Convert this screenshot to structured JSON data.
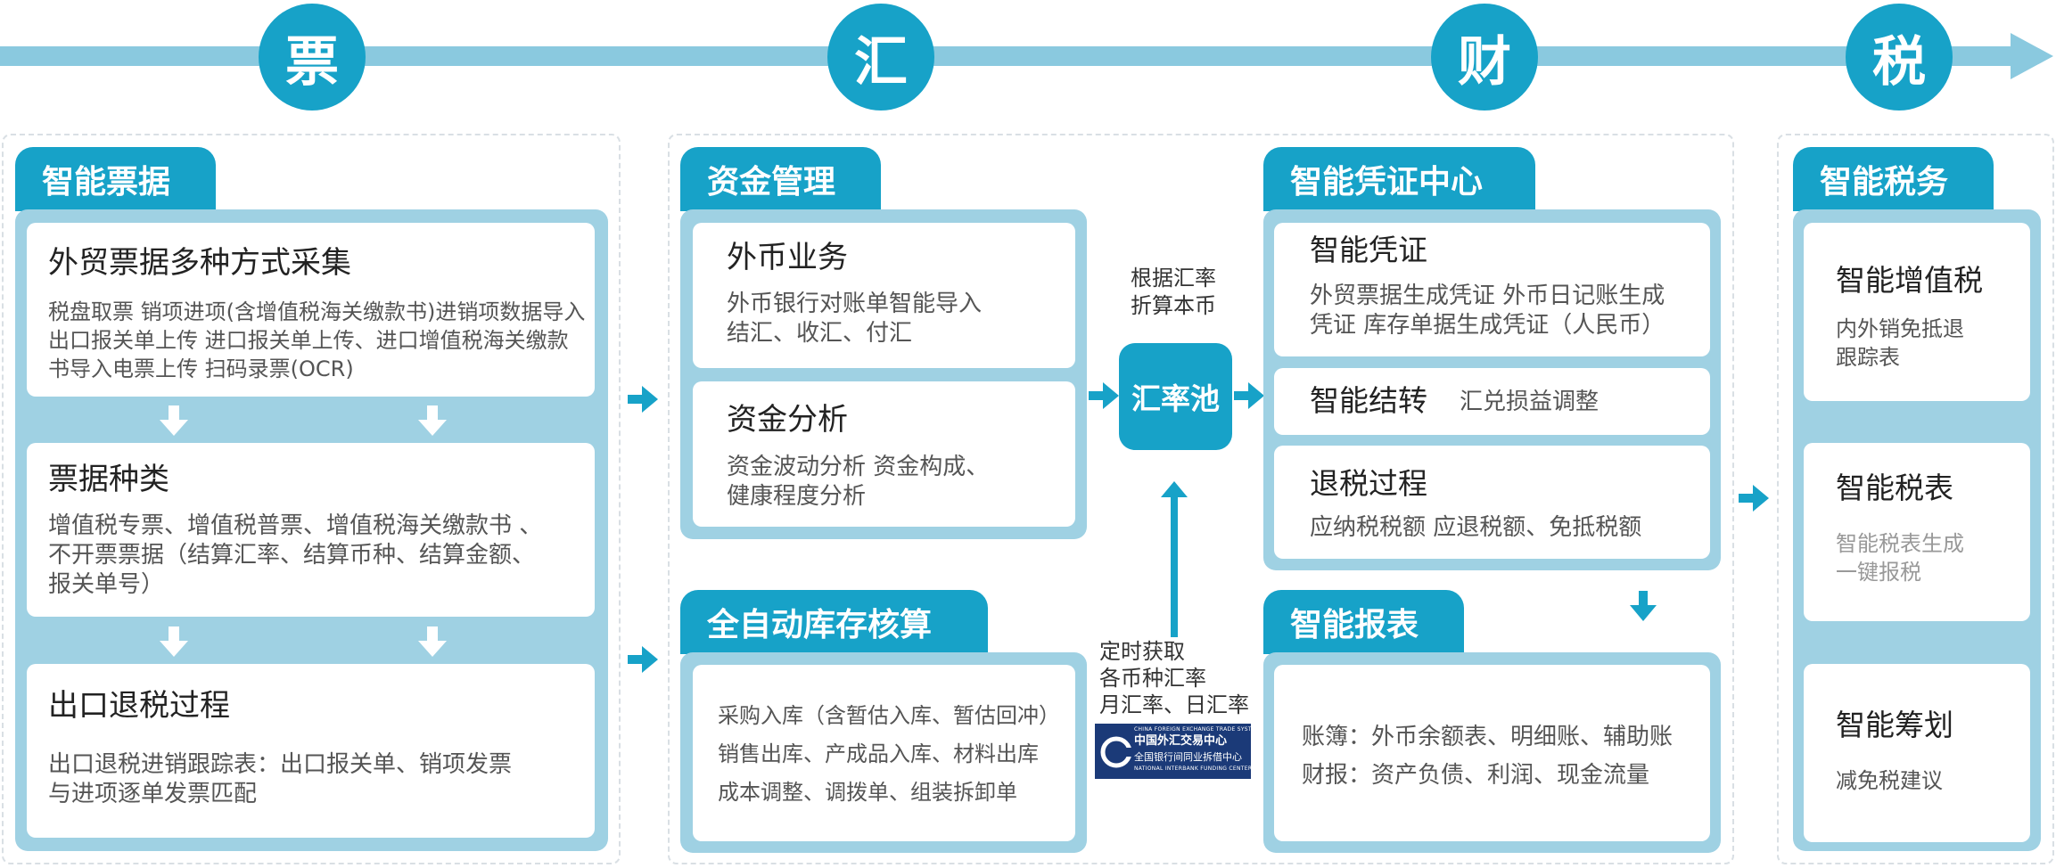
{
  "phases": [
    {
      "label": "票"
    },
    {
      "label": "汇"
    },
    {
      "label": "财"
    },
    {
      "label": "税"
    }
  ],
  "smart_bills": {
    "tab": "智能票据",
    "card1_title": "外贸票据多种方式采集",
    "card1_lines": [
      "税盘取票 销项进项(含增值税海关缴款书)进销项数据导入",
      "出口报关单上传   进口报关单上传、进口增值税海关缴款",
      "书导入电票上传  扫码录票(OCR)"
    ],
    "card2_title": "票据种类",
    "card2_lines": [
      "增值税专票、增值税普票、增值税海关缴款书 、",
      "不开票票据（结算汇率、结算币种、结算金额、",
      "报关单号）"
    ],
    "card3_title": "出口退税过程",
    "card3_lines": [
      "出口退税进销跟踪表：出口报关单、销项发票",
      "与进项逐单发票匹配"
    ]
  },
  "funds": {
    "tab": "资金管理",
    "card1_title": "外币业务",
    "card1_lines": [
      "外币银行对账单智能导入",
      "结汇、收汇、付汇"
    ],
    "card2_title": "资金分析",
    "card2_lines": [
      "资金波动分析  资金构成、",
      "健康程度分析"
    ]
  },
  "inventory": {
    "tab": "全自动库存核算",
    "lines": [
      "采购入库（含暂估入库、暂估回冲）",
      "销售出库、产成品入库、材料出库",
      "成本调整、调拨单、组装拆卸单"
    ]
  },
  "rate_pool": {
    "label": "汇率池",
    "note_top": [
      "根据汇率",
      "折算本币"
    ],
    "note_bottom": [
      "定时获取",
      "各币种汇率",
      "月汇率、日汇率"
    ],
    "logo_lines": [
      "CHINA FOREIGN EXCHANGE TRADE SYSTEM",
      "中国外汇交易中心",
      "全国银行间同业拆借中心",
      "NATIONAL INTERBANK FUNDING CENTER"
    ]
  },
  "voucher": {
    "tab": "智能凭证中心",
    "card1_title": "智能凭证",
    "card1_lines": [
      "外贸票据生成凭证  外币日记账生成",
      "凭证  库存单据生成凭证（人民币）"
    ],
    "card2_title": "智能结转",
    "card2_desc": "汇兑损益调整",
    "card3_title": "退税过程",
    "card3_desc": "应纳税税额     应退税额、免抵税额"
  },
  "reports": {
    "tab": "智能报表",
    "lines": [
      "账簿：外币余额表、明细账、辅助账",
      "财报：资产负债、利润、现金流量"
    ]
  },
  "tax": {
    "tab": "智能税务",
    "card1_title": "智能增值税",
    "card1_lines": [
      "内外销免抵退",
      "跟踪表"
    ],
    "card2_title": "智能税表",
    "card2_lines": [
      "智能税表生成",
      "一键报税"
    ],
    "card3_title": "智能筹划",
    "card3_lines": [
      "减免税建议"
    ]
  },
  "colors": {
    "accent": "#17a2c8",
    "panel": "#9fd1e3",
    "timeline": "#8ac9df"
  }
}
